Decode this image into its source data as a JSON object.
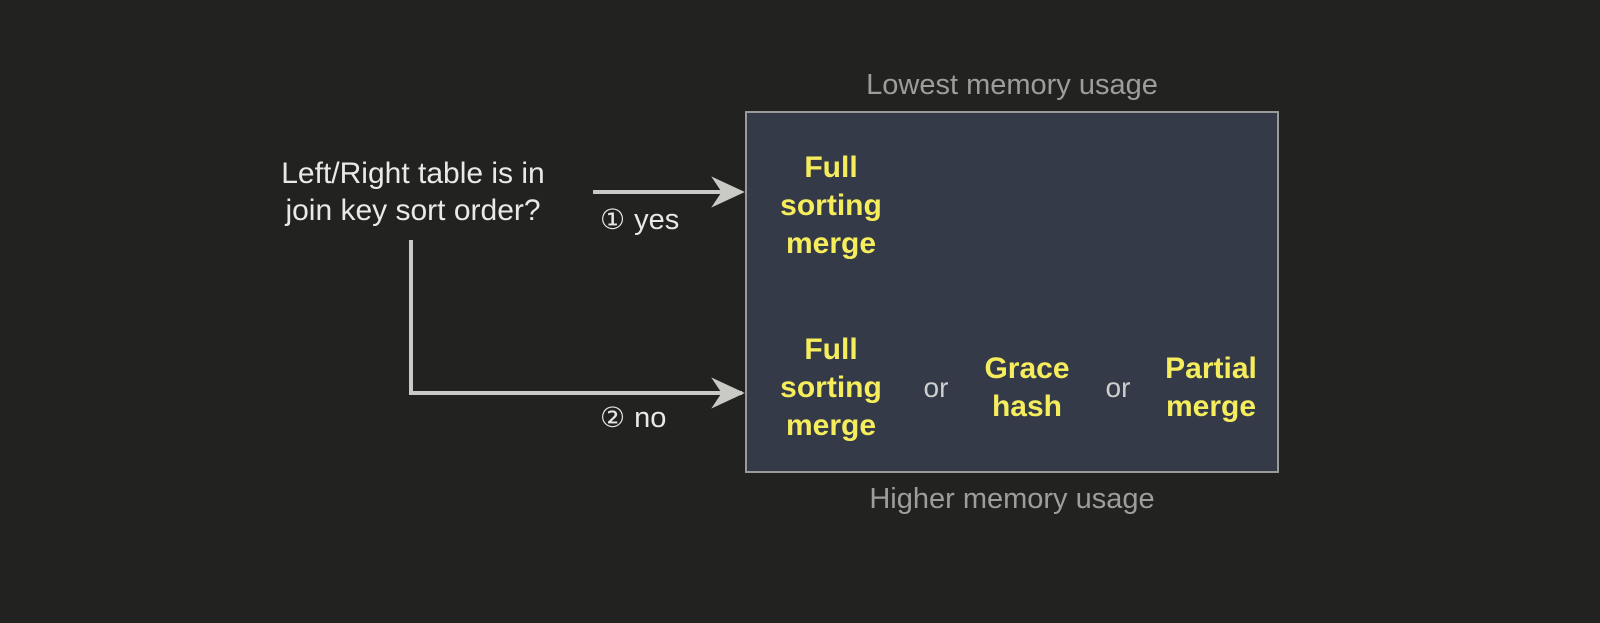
{
  "diagram": {
    "question": "Left/Right table is in\njoin key sort order?",
    "branches": [
      {
        "marker": "①",
        "label": "yes"
      },
      {
        "marker": "②",
        "label": "no"
      }
    ],
    "captions": {
      "top": "Lowest memory usage",
      "bottom": "Higher memory usage"
    },
    "panel": {
      "rows": [
        {
          "options": [
            "Full\nsorting\nmerge"
          ],
          "separators": []
        },
        {
          "options": [
            "Full\nsorting\nmerge",
            "Grace\nhash",
            "Partial\nmerge"
          ],
          "separators": [
            "or",
            "or"
          ]
        }
      ]
    },
    "colors": {
      "background": "#222320",
      "panel_fill": "#343a47",
      "panel_border": "#9a9a9a",
      "option_text": "#f6ed5c",
      "body_text": "#e9e9e7",
      "caption_text": "#9d9d99",
      "connector": "#c9c9c5"
    }
  }
}
